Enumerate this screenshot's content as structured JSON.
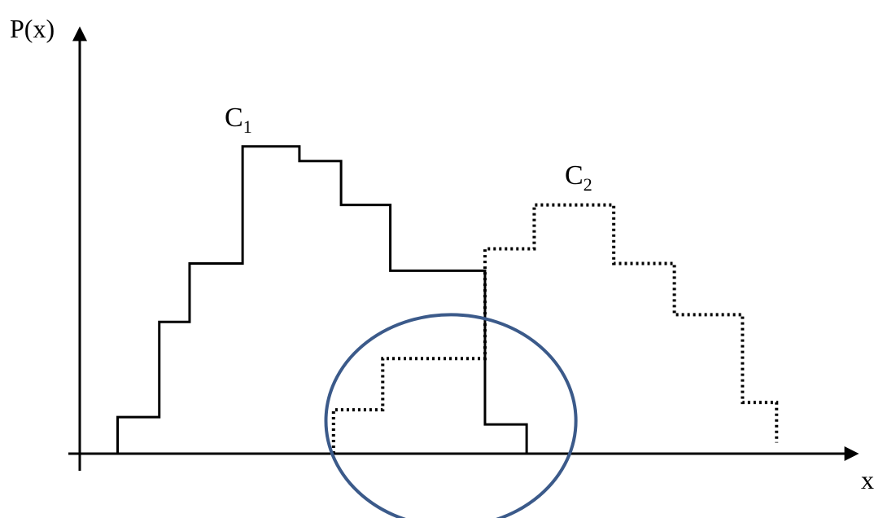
{
  "chart_data": {
    "type": "line",
    "step": true,
    "ylabel": "P(x)",
    "xlabel": "x",
    "series": [
      {
        "name": "C",
        "name_subscript": "1",
        "style": "solid",
        "color": "#000000",
        "steps": [
          {
            "x0": 1.0,
            "x1": 2.1,
            "y": 0.5
          },
          {
            "x0": 2.1,
            "x1": 2.9,
            "y": 1.8
          },
          {
            "x0": 2.9,
            "x1": 4.3,
            "y": 2.6
          },
          {
            "x0": 4.3,
            "x1": 5.8,
            "y": 4.2
          },
          {
            "x0": 5.8,
            "x1": 6.9,
            "y": 4.0
          },
          {
            "x0": 6.9,
            "x1": 8.2,
            "y": 3.4
          },
          {
            "x0": 8.2,
            "x1": 10.7,
            "y": 2.5
          },
          {
            "x0": 10.7,
            "x1": 11.8,
            "y": 0.4
          }
        ]
      },
      {
        "name": "C",
        "name_subscript": "2",
        "style": "dotted",
        "color": "#000000",
        "steps": [
          {
            "x0": 6.7,
            "x1": 8.0,
            "y": 0.6
          },
          {
            "x0": 8.0,
            "x1": 10.7,
            "y": 1.3
          },
          {
            "x0": 10.7,
            "x1": 12.0,
            "y": 2.8
          },
          {
            "x0": 12.0,
            "x1": 14.1,
            "y": 3.4
          },
          {
            "x0": 14.1,
            "x1": 15.7,
            "y": 2.6
          },
          {
            "x0": 15.7,
            "x1": 17.5,
            "y": 1.9
          },
          {
            "x0": 17.5,
            "x1": 18.4,
            "y": 0.7
          },
          {
            "x0": 18.4,
            "x1": 18.4,
            "y": 0.15
          }
        ]
      }
    ],
    "xlim": [
      0,
      20.5
    ],
    "ylim": [
      0,
      5.8
    ],
    "grid": false,
    "annotation": {
      "shape": "ellipse",
      "color": "#3b5a8a",
      "center_x": 9.8,
      "center_y": 0.45,
      "radius_x": 3.3,
      "radius_y": 1.45
    }
  }
}
